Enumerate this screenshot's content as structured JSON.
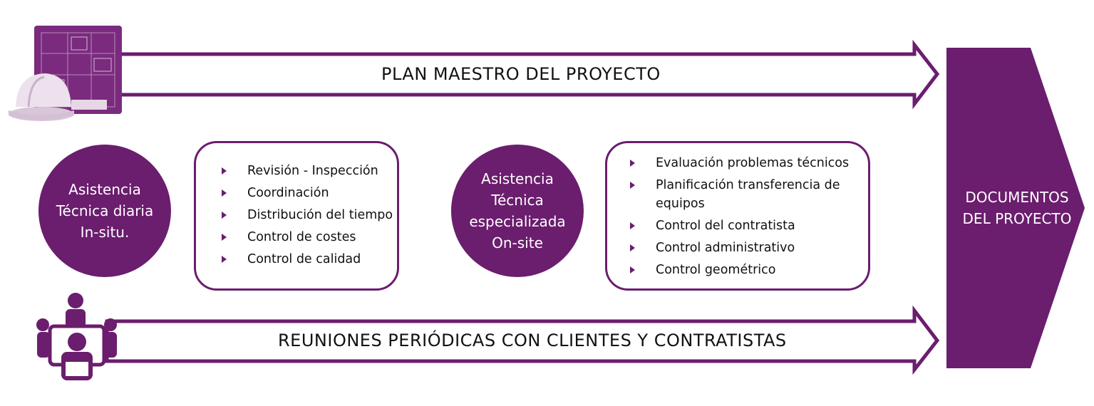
{
  "diagram": {
    "top_arrow": {
      "label": "PLAN MAESTRO DEL PROYECTO"
    },
    "bottom_arrow": {
      "label": "REUNIONES PERIÓDICAS CON CLIENTES Y CONTRATISTAS"
    },
    "circle_left": {
      "lines": [
        "Asistencia",
        "Técnica diaria",
        "In-situ."
      ]
    },
    "box_left": {
      "items": [
        "Revisión - Inspección",
        "Coordinación",
        "Distribución del tiempo",
        "Control de costes",
        "Control de calidad"
      ]
    },
    "circle_right": {
      "lines": [
        "Asistencia",
        "Técnica",
        "especializada",
        "On-site"
      ]
    },
    "box_right": {
      "items": [
        "Evaluación problemas técnicos",
        "Planificación transferencia de equipos",
        "Control del contratista",
        "Control administrativo",
        "Control geométrico"
      ]
    },
    "final_arrow": {
      "lines": [
        "DOCUMENTOS",
        "DEL PROYECTO"
      ]
    }
  },
  "colors": {
    "accent": "#6b1d6e",
    "outline": "#6b1d6e",
    "text": "#111111",
    "text_on_accent": "#ffffff"
  },
  "icons": [
    "blueprint-helmet-icon",
    "meeting-people-icon"
  ]
}
